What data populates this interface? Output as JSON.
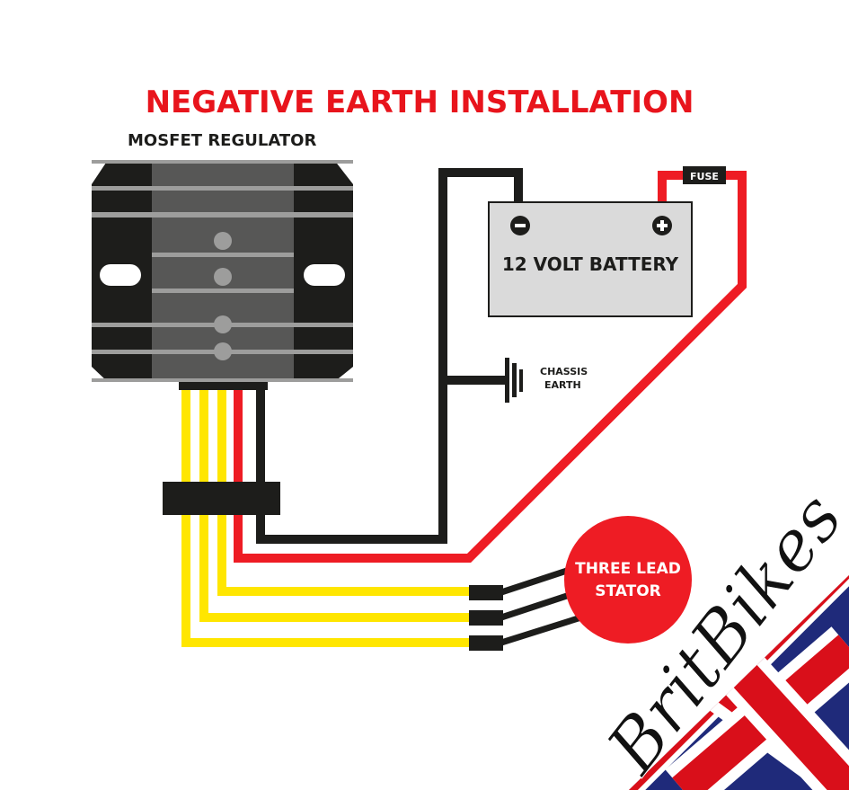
{
  "title": "NEGATIVE EARTH INSTALLATION",
  "regulator": {
    "label": "MOSFET REGULATOR"
  },
  "battery": {
    "label": "12 VOLT BATTERY",
    "negative_symbol": "−",
    "positive_symbol": "+"
  },
  "fuse": {
    "label": "FUSE"
  },
  "chassis_earth": {
    "line1": "CHASSIS",
    "line2": "EARTH"
  },
  "stator": {
    "line1": "THREE LEAD",
    "line2": "STATOR"
  },
  "logo": {
    "text": "BritBikes"
  },
  "colors": {
    "title_red": "#e8141c",
    "wire_red": "#ee1c24",
    "wire_yellow": "#ffe600",
    "wire_black": "#1d1d1b",
    "regulator_dark": "#1d1d1b",
    "regulator_mid": "#575756",
    "regulator_light": "#9d9d9c",
    "battery_fill": "#dadada",
    "stator_red": "#ee1c24",
    "flag_blue": "#1f2a7a",
    "flag_red": "#d90f1a"
  }
}
